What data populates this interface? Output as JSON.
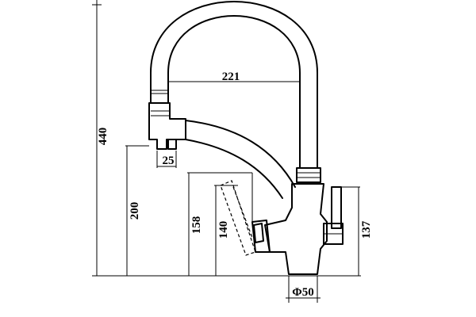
{
  "dimensions": {
    "total_height": "440",
    "spout_reach": "221",
    "outlet_offset": "25",
    "outlet_height": "200",
    "handle_height": "158",
    "handle_base_height": "140",
    "right_handle_height": "137",
    "base_diameter": "Φ50"
  },
  "colors": {
    "line": "#000000",
    "background": "#ffffff"
  }
}
